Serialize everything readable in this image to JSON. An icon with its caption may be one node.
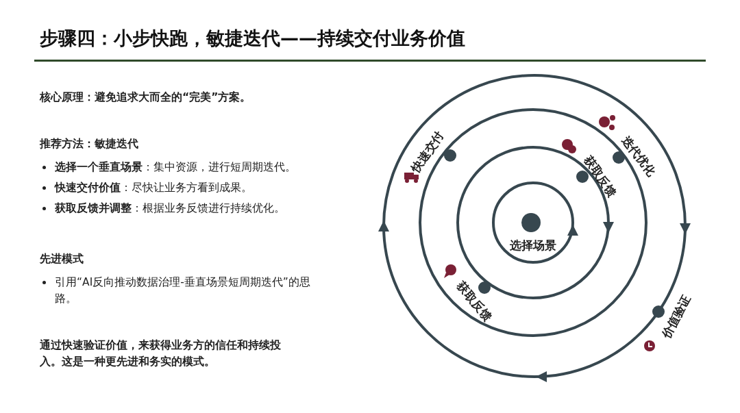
{
  "diagram": {
    "title": "步骤四：小步快跑，敏捷迭代——持续交付业务价值",
    "labels": [
      "**核心原理**：避免追求大而全的“完美”方案。",
      "推荐方法：敏捷迭代",
      "**选择一个垂直场景**：集中资源，进行短周期迭代。",
      "**快速交付价值**：尽快让业务方看到成果。",
      "**获取反馈并调整**：根据业务反馈进行持续优化。",
      "先进模式",
      "引用“AI反向推动数据治理-垂直场景短周期迭代”的思路。",
      "通过快速验证价值，来获得业务方的信任和持续投入。这是一种更先进和务实的模式。",
      "快速交付",
      "迭代优化",
      "获取反馈",
      "选择场景",
      "获取反馈",
      "价值验证"
    ]
  }
}
